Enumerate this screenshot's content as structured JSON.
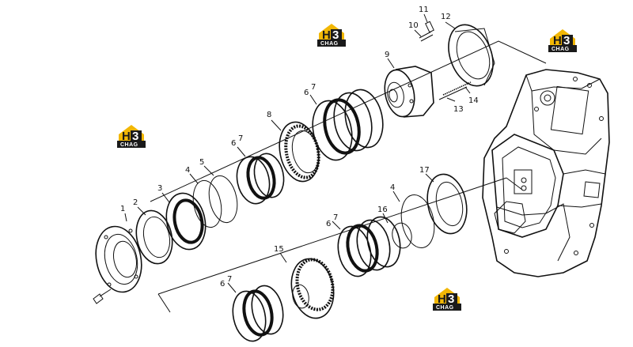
{
  "callouts": [
    {
      "id": "c1",
      "label": "1"
    },
    {
      "id": "c2",
      "label": "2"
    },
    {
      "id": "c3",
      "label": "3"
    },
    {
      "id": "c4a",
      "label": "4"
    },
    {
      "id": "c5",
      "label": "5"
    },
    {
      "id": "c6a",
      "label": "6"
    },
    {
      "id": "c7a",
      "label": "7"
    },
    {
      "id": "c8",
      "label": "8"
    },
    {
      "id": "c6b",
      "label": "6"
    },
    {
      "id": "c7b",
      "label": "7"
    },
    {
      "id": "c9",
      "label": "9"
    },
    {
      "id": "c10",
      "label": "10"
    },
    {
      "id": "c11",
      "label": "11"
    },
    {
      "id": "c12",
      "label": "12"
    },
    {
      "id": "c13",
      "label": "13"
    },
    {
      "id": "c14",
      "label": "14"
    },
    {
      "id": "c4b",
      "label": "4"
    },
    {
      "id": "c16",
      "label": "16"
    },
    {
      "id": "c17",
      "label": "17"
    },
    {
      "id": "c6c",
      "label": "6"
    },
    {
      "id": "c7c",
      "label": "7"
    },
    {
      "id": "c15",
      "label": "15"
    },
    {
      "id": "c6d",
      "label": "6"
    },
    {
      "id": "c7d",
      "label": "7"
    }
  ],
  "watermark": {
    "number": "3",
    "letter": "H",
    "word": "CHAG"
  },
  "colors": {
    "line": "#111111",
    "logo_yellow": "#f2b705",
    "logo_dark": "#1a1a1a",
    "background": "#ffffff"
  }
}
